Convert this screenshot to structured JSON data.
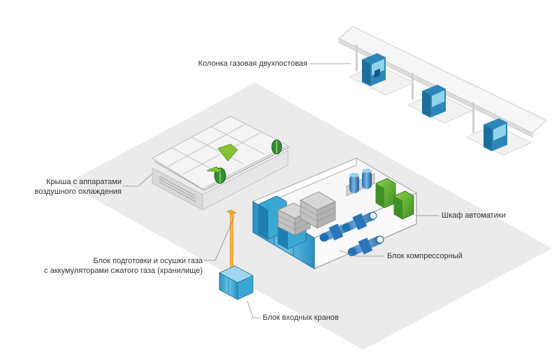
{
  "labels": {
    "gas_dispenser": "Колонка газовая двухпостовая",
    "roof_cooling_line1": "Крыша с аппаратами",
    "roof_cooling_line2": "воздушного охлаждения",
    "automation_cabinet": "Шкаф автоматики",
    "gas_prep_line1": "Блок подготовки и осушки газа",
    "gas_prep_line2": "с аккумуляторами сжатого газа (хранилище)",
    "compressor_block": "Блок компрессорный",
    "inlet_valves": "Блок входных кранов"
  },
  "colors": {
    "ground": "#ebebeb",
    "canopy": "#f4f4f4",
    "canopy_edge": "#c9c9c9",
    "dispenser": "#2d86b8",
    "dispenser_light": "#7fc8e6",
    "roof_panel": "#f2f2f2",
    "roof_edge": "#bdbdbd",
    "fan_green": "#2f8f2f",
    "fan_lime": "#86c233",
    "cabinet_green": "#58a832",
    "container_blue": "#3aa7d2",
    "container_blue_light": "#8ad2ea",
    "compressor_blue": "#1f6fb3",
    "mast_orange": "#f2a833",
    "leader_line": "#888888"
  }
}
